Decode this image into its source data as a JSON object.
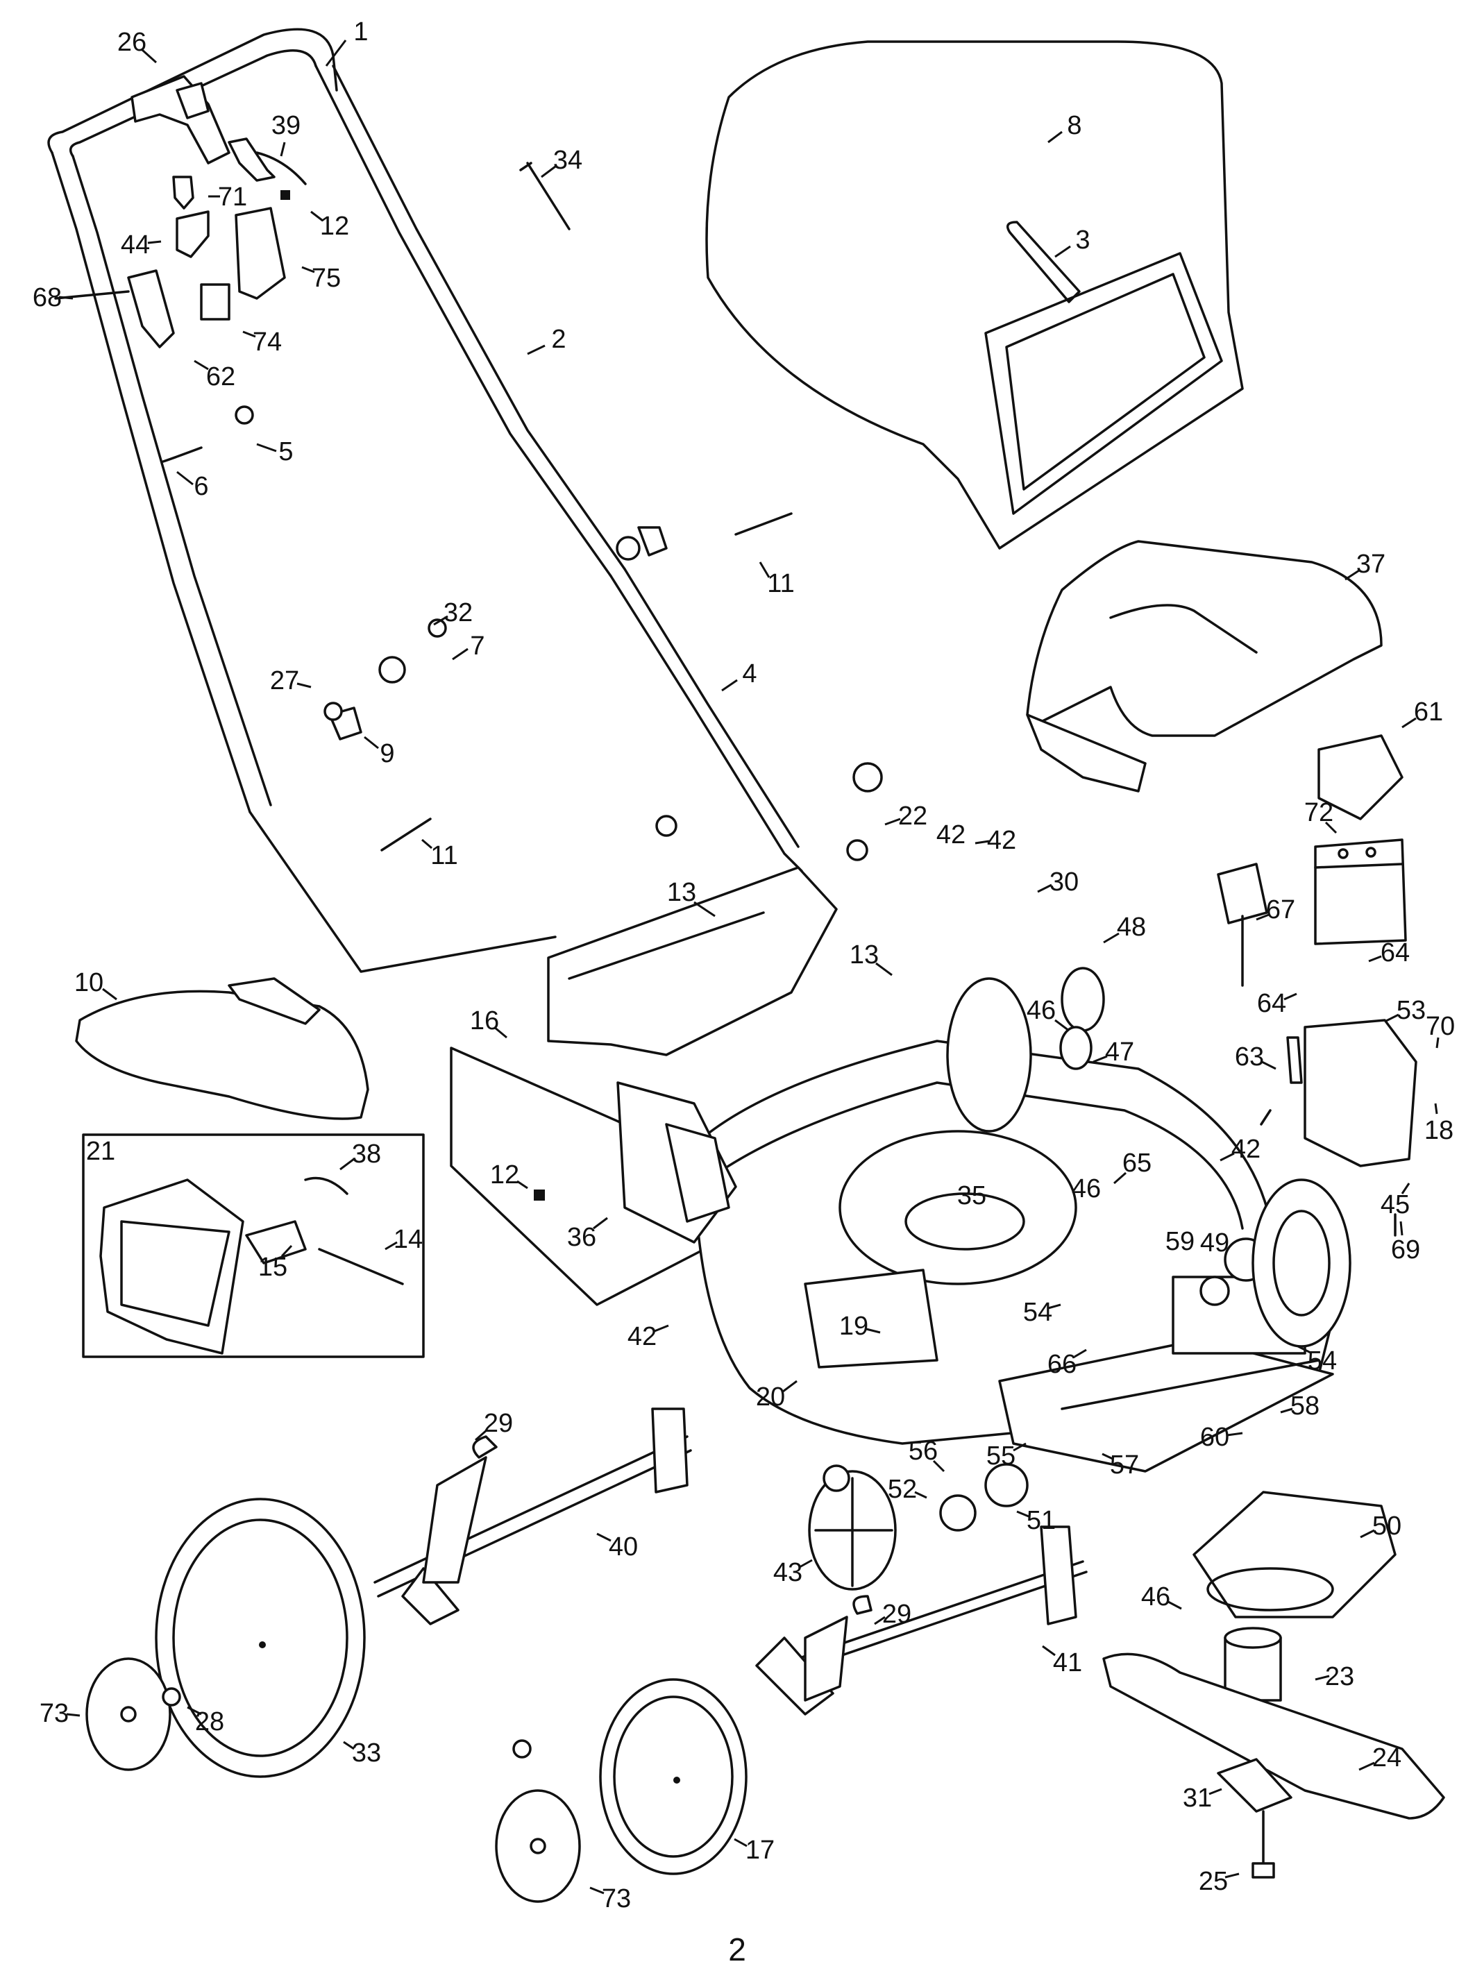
{
  "diagram": {
    "page_number": "2",
    "colors": {
      "line": "#111111",
      "background": "#ffffff"
    },
    "callouts": [
      {
        "id": "1",
        "label": "1"
      },
      {
        "id": "2",
        "label": "2"
      },
      {
        "id": "3",
        "label": "3"
      },
      {
        "id": "4",
        "label": "4"
      },
      {
        "id": "5",
        "label": "5"
      },
      {
        "id": "6",
        "label": "6"
      },
      {
        "id": "7",
        "label": "7"
      },
      {
        "id": "8",
        "label": "8"
      },
      {
        "id": "9",
        "label": "9"
      },
      {
        "id": "10",
        "label": "10"
      },
      {
        "id": "11a",
        "label": "11"
      },
      {
        "id": "11b",
        "label": "11"
      },
      {
        "id": "12a",
        "label": "12"
      },
      {
        "id": "12b",
        "label": "12"
      },
      {
        "id": "13a",
        "label": "13"
      },
      {
        "id": "13b",
        "label": "13"
      },
      {
        "id": "14",
        "label": "14"
      },
      {
        "id": "15",
        "label": "15"
      },
      {
        "id": "16",
        "label": "16"
      },
      {
        "id": "17",
        "label": "17"
      },
      {
        "id": "18",
        "label": "18"
      },
      {
        "id": "19",
        "label": "19"
      },
      {
        "id": "20",
        "label": "20"
      },
      {
        "id": "21",
        "label": "21"
      },
      {
        "id": "22",
        "label": "22"
      },
      {
        "id": "23",
        "label": "23"
      },
      {
        "id": "24",
        "label": "24"
      },
      {
        "id": "25",
        "label": "25"
      },
      {
        "id": "26",
        "label": "26"
      },
      {
        "id": "27",
        "label": "27"
      },
      {
        "id": "28",
        "label": "28"
      },
      {
        "id": "29a",
        "label": "29"
      },
      {
        "id": "29b",
        "label": "29"
      },
      {
        "id": "30",
        "label": "30"
      },
      {
        "id": "31",
        "label": "31"
      },
      {
        "id": "32",
        "label": "32"
      },
      {
        "id": "33",
        "label": "33"
      },
      {
        "id": "34",
        "label": "34"
      },
      {
        "id": "35",
        "label": "35"
      },
      {
        "id": "36",
        "label": "36"
      },
      {
        "id": "37",
        "label": "37"
      },
      {
        "id": "38",
        "label": "38"
      },
      {
        "id": "39",
        "label": "39"
      },
      {
        "id": "40",
        "label": "40"
      },
      {
        "id": "41",
        "label": "41"
      },
      {
        "id": "42a",
        "label": "42"
      },
      {
        "id": "42b",
        "label": "42"
      },
      {
        "id": "42c",
        "label": "42"
      },
      {
        "id": "42d",
        "label": "42"
      },
      {
        "id": "43",
        "label": "43"
      },
      {
        "id": "44",
        "label": "44"
      },
      {
        "id": "45",
        "label": "45"
      },
      {
        "id": "46a",
        "label": "46"
      },
      {
        "id": "46b",
        "label": "46"
      },
      {
        "id": "46c",
        "label": "46"
      },
      {
        "id": "47",
        "label": "47"
      },
      {
        "id": "48",
        "label": "48"
      },
      {
        "id": "49",
        "label": "49"
      },
      {
        "id": "50",
        "label": "50"
      },
      {
        "id": "51",
        "label": "51"
      },
      {
        "id": "52",
        "label": "52"
      },
      {
        "id": "53",
        "label": "53"
      },
      {
        "id": "54a",
        "label": "54"
      },
      {
        "id": "54b",
        "label": "54"
      },
      {
        "id": "55",
        "label": "55"
      },
      {
        "id": "56",
        "label": "56"
      },
      {
        "id": "57",
        "label": "57"
      },
      {
        "id": "58",
        "label": "58"
      },
      {
        "id": "59",
        "label": "59"
      },
      {
        "id": "60",
        "label": "60"
      },
      {
        "id": "61",
        "label": "61"
      },
      {
        "id": "62",
        "label": "62"
      },
      {
        "id": "63",
        "label": "63"
      },
      {
        "id": "64a",
        "label": "64"
      },
      {
        "id": "64b",
        "label": "64"
      },
      {
        "id": "65",
        "label": "65"
      },
      {
        "id": "66",
        "label": "66"
      },
      {
        "id": "67",
        "label": "67"
      },
      {
        "id": "68",
        "label": "68"
      },
      {
        "id": "69",
        "label": "69"
      },
      {
        "id": "70",
        "label": "70"
      },
      {
        "id": "71",
        "label": "71"
      },
      {
        "id": "72",
        "label": "72"
      },
      {
        "id": "73a",
        "label": "73"
      },
      {
        "id": "73b",
        "label": "73"
      },
      {
        "id": "74",
        "label": "74"
      },
      {
        "id": "75",
        "label": "75"
      }
    ]
  }
}
